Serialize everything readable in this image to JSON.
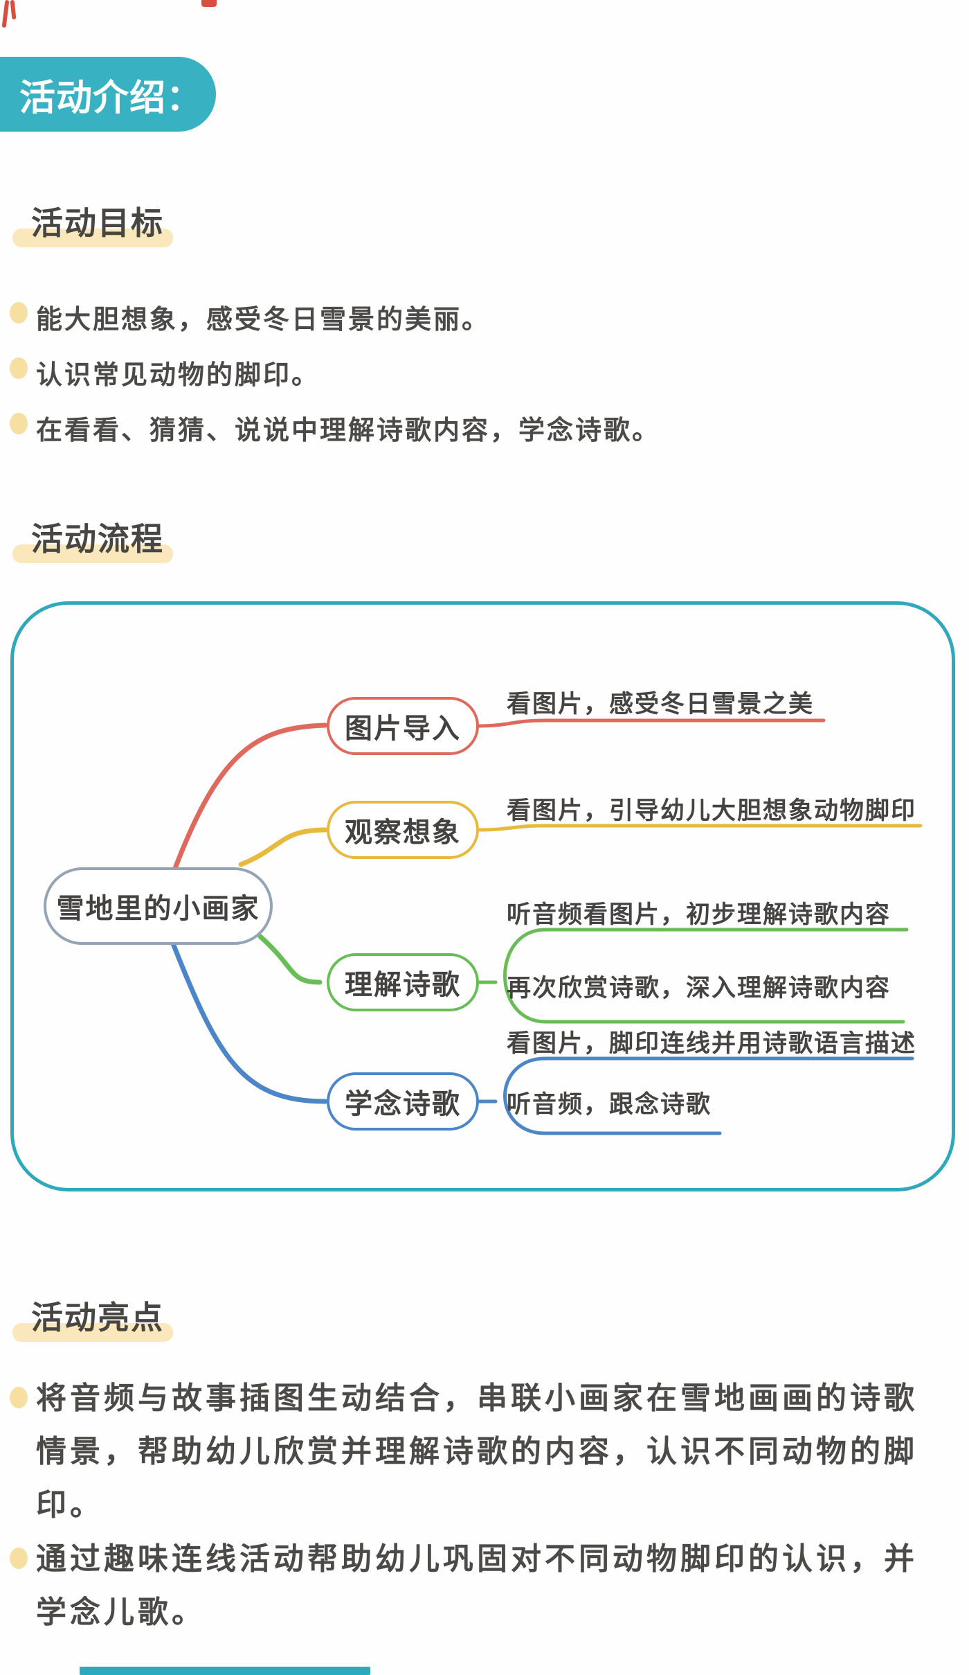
{
  "badge": {
    "label": "活动介绍："
  },
  "sections": {
    "goals": {
      "title": "活动目标",
      "bullets": [
        "能大胆想象，感受冬日雪景的美丽。",
        "认识常见动物的脚印。",
        "在看看、猜猜、说说中理解诗歌内容，学念诗歌。"
      ]
    },
    "process": {
      "title": "活动流程",
      "mindmap": {
        "root": "雪地里的小画家",
        "branches": [
          {
            "label": "图片导入",
            "color": "#e0695e",
            "children": [
              "看图片，感受冬日雪景之美"
            ]
          },
          {
            "label": "观察想象",
            "color": "#e8b93f",
            "children": [
              "看图片，引导幼儿大胆想象动物脚印"
            ]
          },
          {
            "label": "理解诗歌",
            "color": "#69bd56",
            "children": [
              "听音频看图片，初步理解诗歌内容",
              "再次欣赏诗歌，深入理解诗歌内容"
            ]
          },
          {
            "label": "学念诗歌",
            "color": "#4d86c8",
            "children": [
              "看图片，脚印连线并用诗歌语言描述",
              "听音频，跟念诗歌"
            ]
          }
        ]
      }
    },
    "highlights": {
      "title": "活动亮点",
      "bullets": [
        "将音频与故事插图生动结合，串联小画家在雪地画画的诗歌情景，帮助幼儿欣赏并理解诗歌的内容，认识不同动物的脚印。",
        "通过趣味连线活动帮助幼儿巩固对不同动物脚印的认识，并学念儿歌。"
      ]
    }
  },
  "colors": {
    "badge_teal": "#38b2c2",
    "box_teal": "#2fa8bb",
    "branch_red": "#e0695e",
    "branch_yellow": "#e8b93f",
    "branch_green": "#69bd56",
    "branch_blue": "#4d86c8",
    "root_border_gray": "#95a4b5",
    "highlight_yellow": "#fae8bc",
    "bullet_yellow": "#f7dfa2",
    "text_dark": "#4a4945"
  }
}
